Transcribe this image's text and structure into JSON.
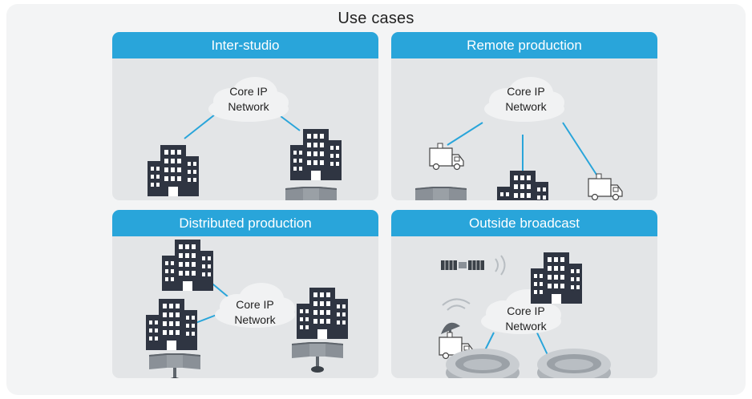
{
  "title": "Use cases",
  "panels": [
    {
      "id": "inter-studio",
      "label": "Inter-studio"
    },
    {
      "id": "remote-production",
      "label": "Remote production"
    },
    {
      "id": "distributed-production",
      "label": "Distributed production"
    },
    {
      "id": "outside-broadcast",
      "label": "Outside broadcast"
    }
  ],
  "cloud": {
    "line1": "Core IP",
    "line2": "Network"
  },
  "colors": {
    "header": "#29a5da",
    "panel": "#e3e5e7",
    "link": "#29a5da",
    "building": "#2f3542",
    "window": "#ffffff"
  },
  "icons": [
    "cloud-icon",
    "building-icon",
    "monitor-stand-icon",
    "van-icon",
    "satellite-icon",
    "signal-waves-icon",
    "satellite-dish-icon",
    "stadium-icon"
  ]
}
